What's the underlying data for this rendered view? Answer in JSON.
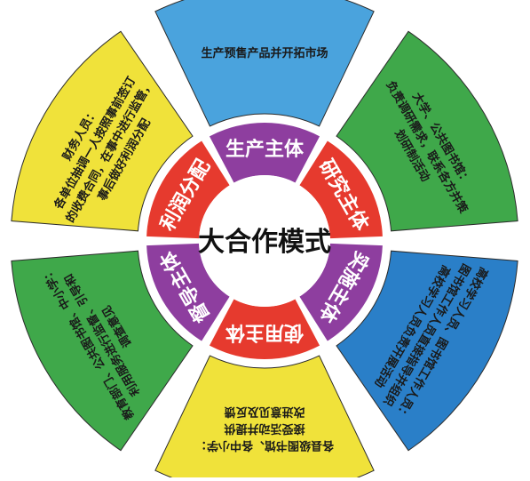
{
  "center": {
    "title": "大合作模式",
    "color": "#ffffff"
  },
  "inner_ring": [
    {
      "label": "生产主体",
      "color": "#8e3e9f"
    },
    {
      "label": "研究主体",
      "color": "#e63a2e"
    },
    {
      "label": "实施主体",
      "color": "#8e3e9f"
    },
    {
      "label": "使用主体",
      "color": "#e63a2e"
    },
    {
      "label": "督导主体",
      "color": "#8e3e9f"
    },
    {
      "label": "利润分配",
      "color": "#e63a2e"
    }
  ],
  "outer_ring": [
    {
      "lines": [
        "生产预售产品并开拓市场"
      ],
      "color": "#4aa3dd"
    },
    {
      "lines": [
        "大学、公共图书馆：",
        "负责调研需求，联系各方并策",
        "划研制活动"
      ],
      "color": "#3fa84a"
    },
    {
      "lines": [
        "高校学习人员、图书馆工作人员：",
        "图书馆工作人员直接指导并组织",
        "高校学习人员负责开展活动"
      ],
      "color": "#2a7fc8"
    },
    {
      "lines": [
        "各县级图书馆、各中小学：",
        "接受活动并提供",
        "改进意见及反馈"
      ],
      "color": "#f0e23a"
    },
    {
      "lines": [
        "教育部门、公共图书馆、中小学：",
        "利用服务进行监督、引导和",
        "调查意见"
      ],
      "color": "#3fa84a"
    },
    {
      "lines": [
        "财务人员：",
        "各单位抽调一人按照事前签订",
        "的收费合同，在事中进行监管，",
        "事后做好利润分配"
      ],
      "color": "#f0e23a"
    }
  ]
}
